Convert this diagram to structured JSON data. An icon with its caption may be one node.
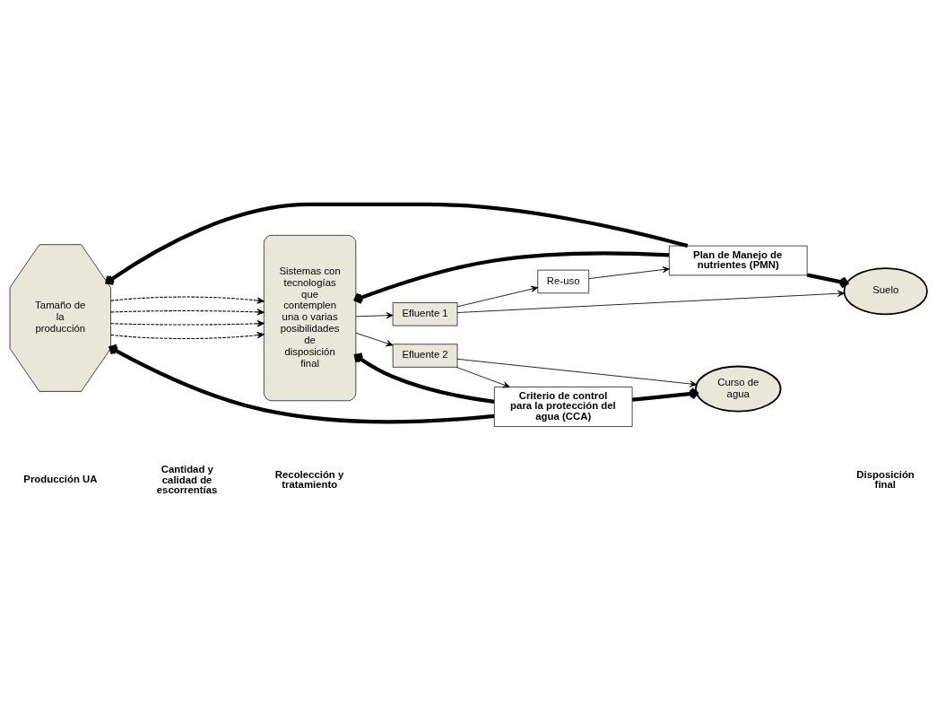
{
  "diagram": {
    "nodes": [
      {
        "text": [
          "Tamaño de la producción"
        ]
      },
      {
        "text": [
          "Sistemas con tecnologías que contemplen una o varias posibilidades de disposición final"
        ]
      },
      {
        "text": [
          "Criterio de control para la protección del agua (CCA)"
        ]
      },
      {
        "text": [
          "Curso de agua"
        ]
      },
      {
        "text": [
          "Efluente 2"
        ]
      },
      {
        "text": [
          "Efluente 1"
        ]
      },
      {
        "text": [
          "Re-uso"
        ]
      },
      {
        "text": [
          "Suelo"
        ]
      },
      {
        "text": [
          "Plan de Manejo de nutrientes (PMN)"
        ]
      }
    ],
    "edges": [
      {
        "from": 2,
        "to": 0,
        "arrow": "to",
        "style": "thick"
      },
      {
        "from": 2,
        "to": 1,
        "arrow": "to",
        "style": "thick"
      },
      {
        "from": 2,
        "to": 3,
        "arrow": "to",
        "style": "thick"
      },
      {
        "from": 0,
        "to": 1,
        "arrow": "to",
        "style": "dashed"
      },
      {
        "from": 0,
        "to": 1,
        "arrow": "to",
        "style": "dashed"
      },
      {
        "from": 0,
        "to": 1,
        "arrow": "to",
        "style": "dashed"
      },
      {
        "from": 0,
        "to": 1,
        "arrow": "to",
        "style": "dashed"
      },
      {
        "from": 1,
        "to": 4,
        "arrow": "to"
      },
      {
        "from": 1,
        "to": 5,
        "arrow": "to"
      },
      {
        "from": 4,
        "to": 2,
        "arrow": "to"
      },
      {
        "from": 4,
        "to": 3,
        "arrow": "to"
      },
      {
        "from": 5,
        "to": 7,
        "arrow": "to"
      },
      {
        "from": 5,
        "to": 6,
        "arrow": "to"
      },
      {
        "from": 6,
        "to": 8,
        "arrow": "to"
      },
      {
        "from": 8,
        "to": 1,
        "arrow": "to",
        "style": "thick"
      },
      {
        "from": 8,
        "to": 0,
        "arrow": "to",
        "style": "thick"
      },
      {
        "from": 8,
        "to": 7,
        "arrow": "to",
        "style": "thick"
      }
    ],
    "labels": [
      "Producción UA",
      "Cantidad y calidad de escorrentías",
      "Recolección y tratamiento",
      "Disposición final"
    ]
  }
}
